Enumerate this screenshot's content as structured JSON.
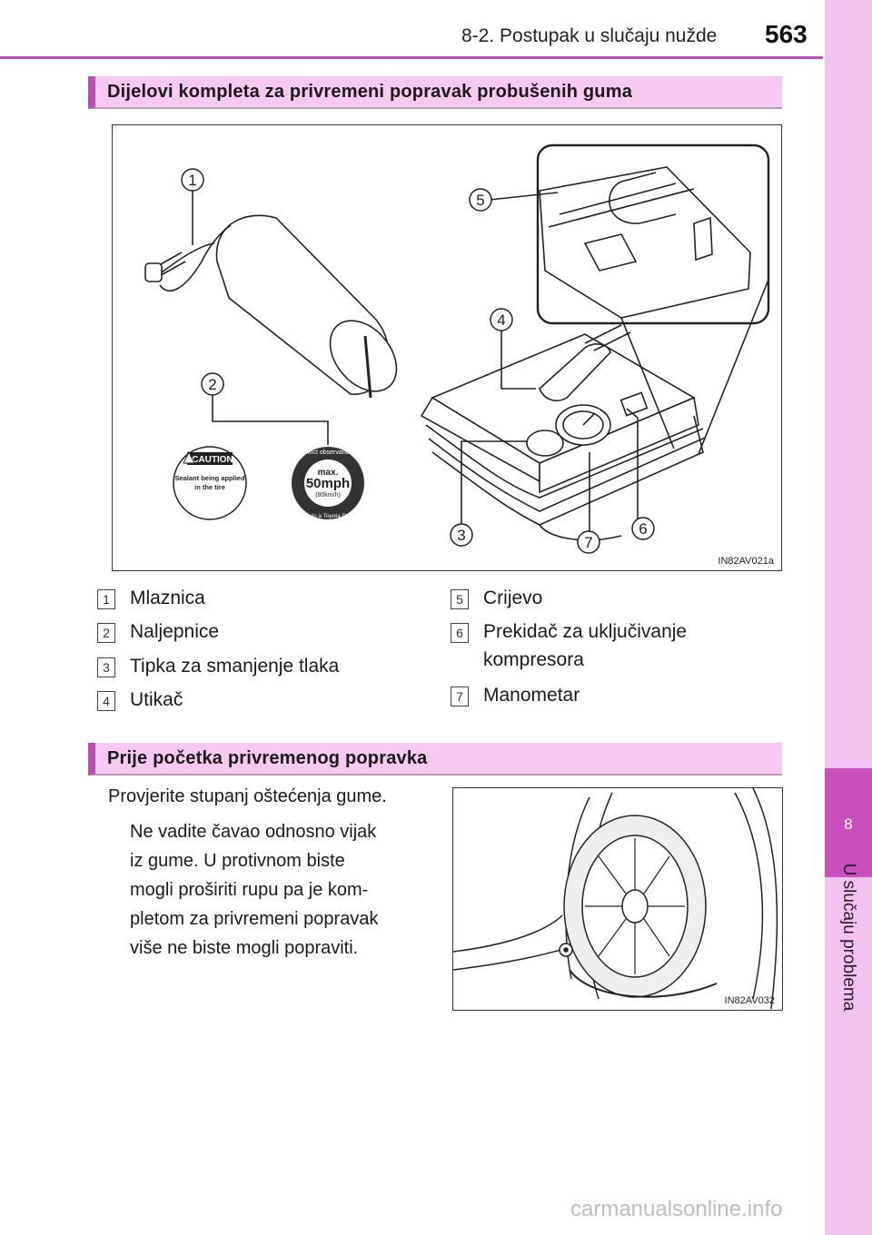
{
  "header": {
    "section": "8-2. Postupak u slučaju nužde",
    "page_number": "563"
  },
  "side_tab": {
    "number": "8",
    "title": "U slučaju problema"
  },
  "section1": {
    "title": "Dijelovi kompleta za privremeni popravak probušenih guma",
    "figure_code": "IN82AV021a",
    "callouts": [
      "1",
      "2",
      "3",
      "4",
      "5",
      "6",
      "7"
    ],
    "sticker_caution": {
      "heading": "CAUTION",
      "line1": "Sealant being applied",
      "line2": "in the tire"
    },
    "sticker_speed": {
      "max": "max.",
      "speed": "50mph",
      "kmh": "(80km/h)",
      "ring_top": "Strict observance",
      "ring_bottom": "Drive to a Toyota Dealer"
    },
    "legend": [
      {
        "num": "1",
        "label": "Mlaznica"
      },
      {
        "num": "2",
        "label": "Naljepnice"
      },
      {
        "num": "3",
        "label": "Tipka za smanjenje tlaka"
      },
      {
        "num": "4",
        "label": "Utikač"
      },
      {
        "num": "5",
        "label": "Crijevo"
      },
      {
        "num": "6",
        "label": "Prekidač za uključivanje",
        "label2": "kompresora"
      },
      {
        "num": "7",
        "label": "Manometar"
      }
    ]
  },
  "section2": {
    "title": "Prije početka privremenog popravka",
    "intro": "Provjerite stupanj oštećenja gume.",
    "lines": [
      "Ne vadite čavao odnosno vijak",
      "iz gume. U protivnom biste",
      "mogli proširiti rupu pa je kom-",
      "pletom za privremeni popravak",
      "više ne biste mogli popraviti."
    ],
    "figure_code": "IN82AV032"
  },
  "watermark": "carmanualsonline.info"
}
